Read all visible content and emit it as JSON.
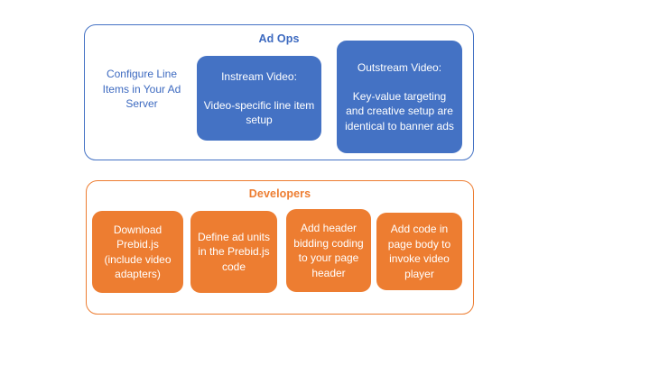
{
  "colors": {
    "blue_fill": "#4472C4",
    "blue_text": "#3D6AC0",
    "orange_fill": "#ED7D31",
    "orange_text": "#ED7D31",
    "box_label": "#FFFFFF",
    "background": "#FFFFFF"
  },
  "adops": {
    "title": "Ad Ops",
    "plain_node": {
      "text": "Configure Line Items in Your Ad Server"
    },
    "boxes": [
      {
        "heading": "Instream Video:",
        "body": "Video-specific line item setup"
      },
      {
        "heading": "Outstream Video:",
        "body": "Key-value targeting and creative setup are identical to banner ads"
      }
    ]
  },
  "developers": {
    "title": "Developers",
    "boxes": [
      {
        "body": "Download Prebid.js (include video adapters)"
      },
      {
        "body": "Define ad units in the Prebid.js code"
      },
      {
        "body": "Add header bidding coding to your page header"
      },
      {
        "body": "Add code in page body to invoke video player"
      }
    ]
  }
}
